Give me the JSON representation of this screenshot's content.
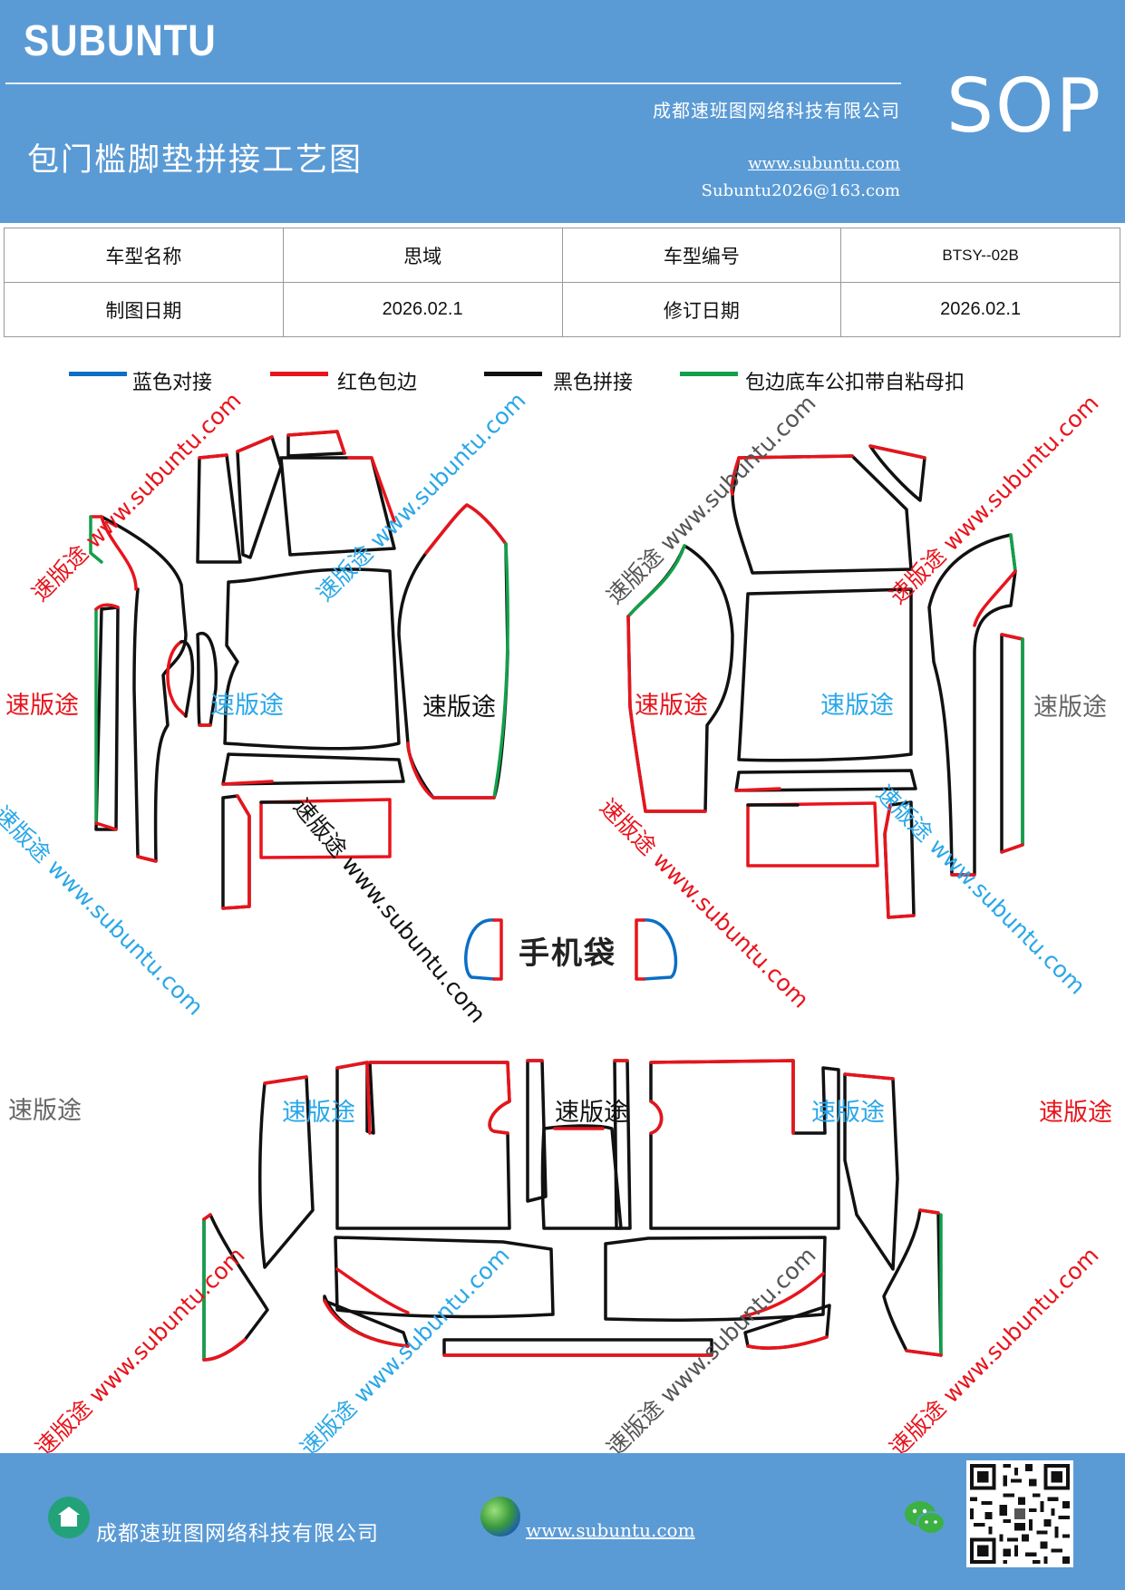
{
  "header": {
    "brand": "SUBUNTU",
    "company": "成都速班图网络科技有限公司",
    "title": "包门槛脚垫拼接工艺图",
    "website": "www.subuntu.com",
    "email": "Subuntu2026@163.com",
    "badge": "SOP",
    "bg_color": "#5b9bd5"
  },
  "info_table": {
    "rows": [
      [
        {
          "label": "车型名称"
        },
        {
          "value": "思域"
        },
        {
          "label": "车型编号"
        },
        {
          "value": "BTSY--02B"
        }
      ],
      [
        {
          "label": "制图日期"
        },
        {
          "value": "2026.02.1"
        },
        {
          "label": "修订日期"
        },
        {
          "value": "2026.02.1"
        }
      ]
    ]
  },
  "legend": [
    {
      "color": "#0b6fc4",
      "label": "蓝色对接"
    },
    {
      "color": "#e8141c",
      "label": "红色包边"
    },
    {
      "color": "#111111",
      "label": "黑色拼接"
    },
    {
      "color": "#12a04a",
      "label": "包边底车公扣带自粘母扣"
    }
  ],
  "watermarks": {
    "short": "速版途",
    "long": "速版途 www.subuntu.com",
    "url": "www.subuntu.com",
    "colors": {
      "red": "#e8141c",
      "blue": "#2aa7e8",
      "gray": "#666666"
    }
  },
  "phone_bag": {
    "label": "手机袋"
  },
  "footer": {
    "company": "成都速班图网络科技有限公司",
    "website": "www.subuntu.com",
    "icons": [
      "home-icon",
      "globe-icon",
      "wechat-icon",
      "qr-code"
    ]
  }
}
